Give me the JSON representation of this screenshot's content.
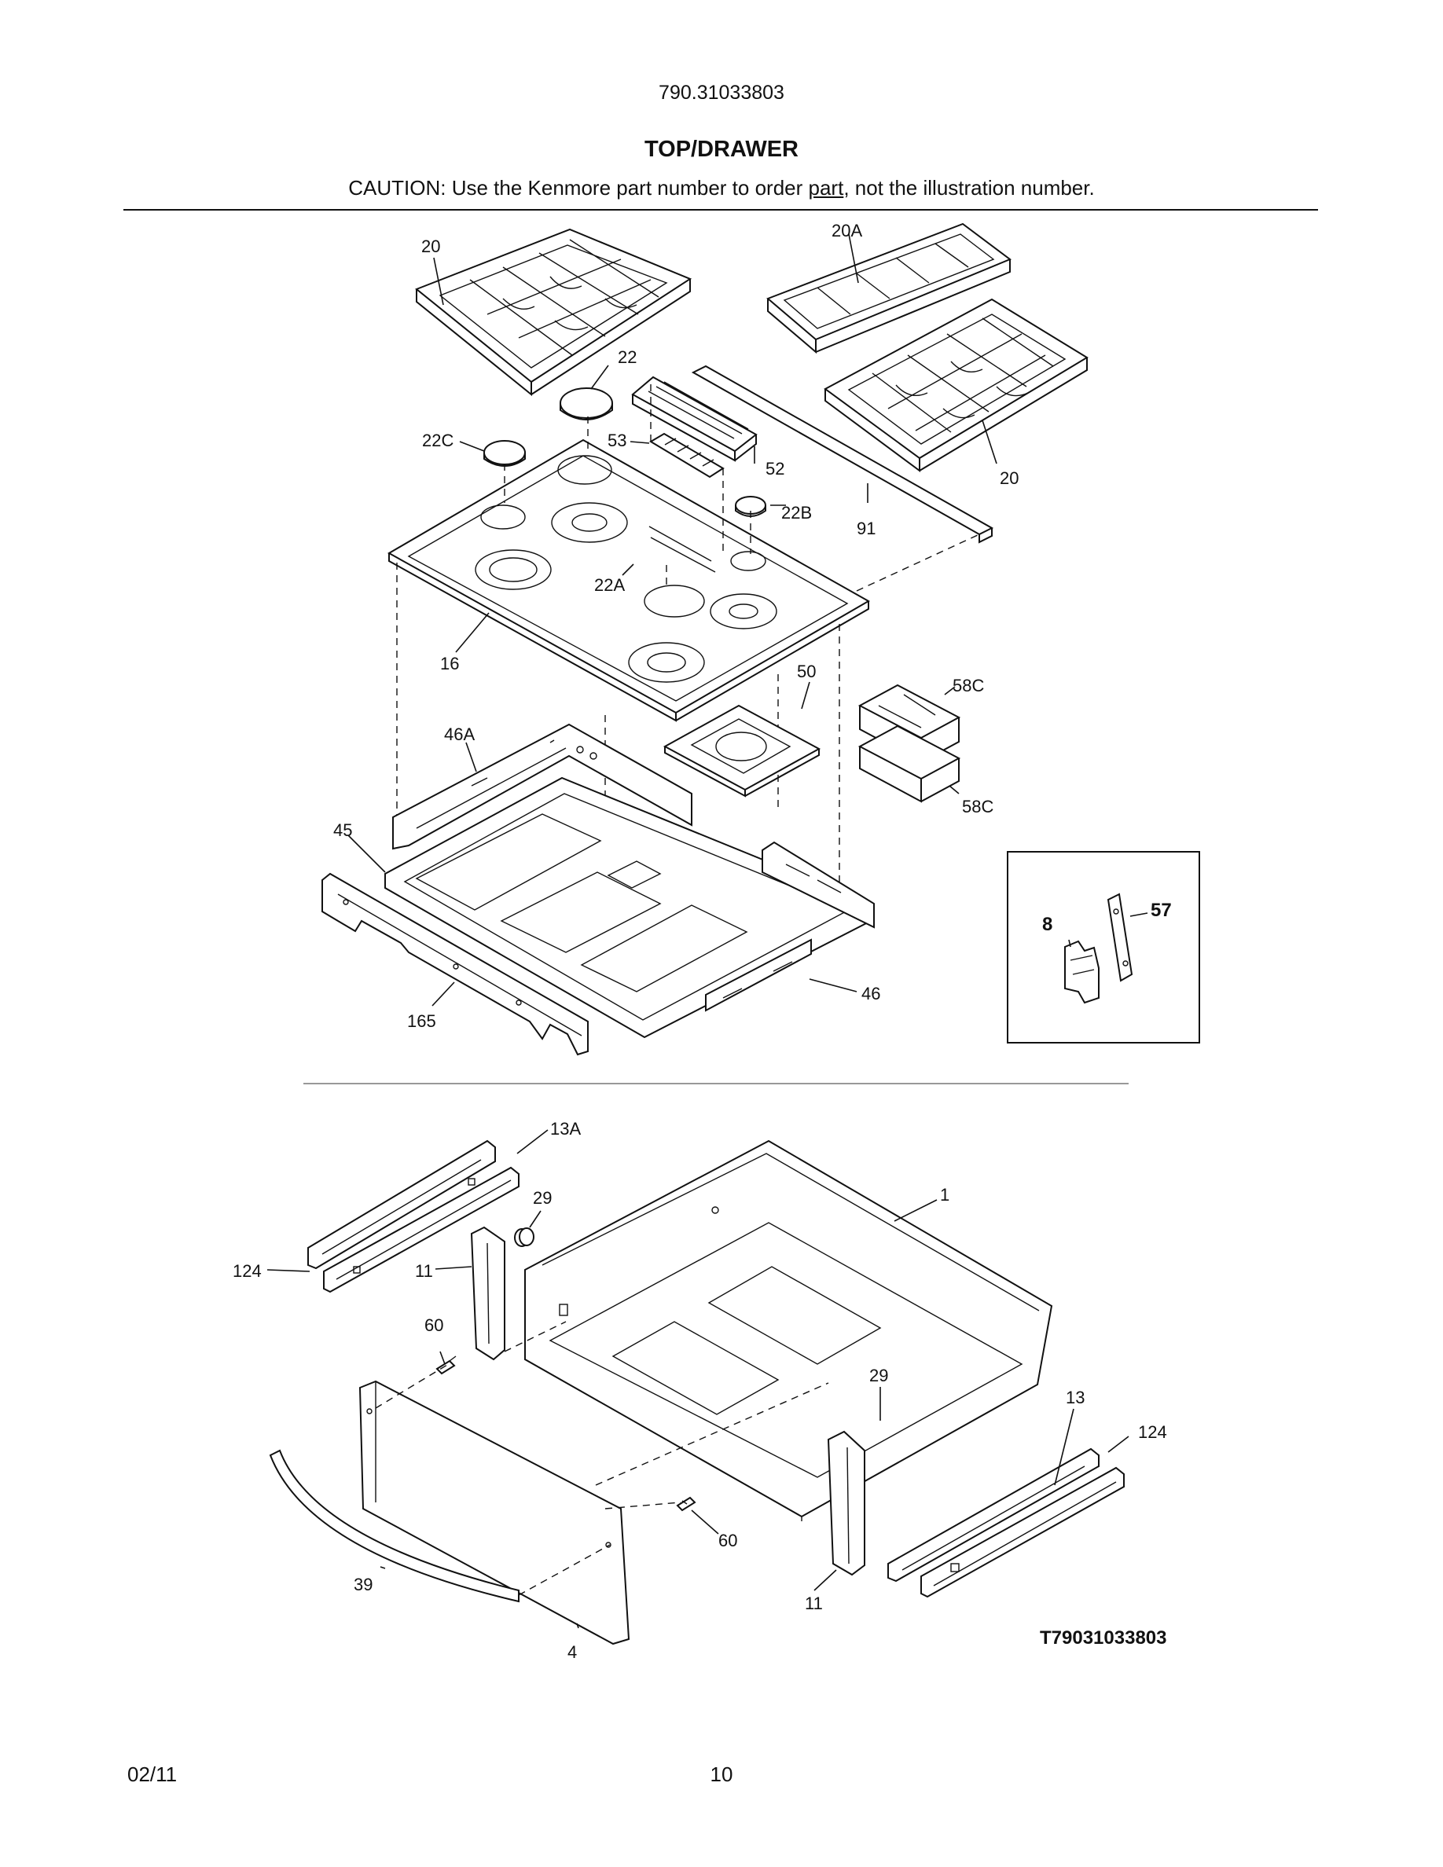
{
  "header": {
    "model_number": "790.31033803",
    "section_title": "TOP/DRAWER",
    "caution_prefix": "CAUTION: Use the Kenmore part number to order ",
    "caution_link": "part",
    "caution_suffix": ", not the illustration number."
  },
  "callouts": {
    "top": [
      "20",
      "20A",
      "22",
      "22C",
      "53",
      "52",
      "20",
      "22B",
      "91",
      "22A",
      "16",
      "50",
      "58C",
      "46A",
      "58C",
      "45",
      "46",
      "165"
    ],
    "inset": [
      "8",
      "57"
    ],
    "drawer": [
      "13A",
      "29",
      "124",
      "11",
      "1",
      "60",
      "29",
      "13",
      "124",
      "60",
      "39",
      "11",
      "4"
    ]
  },
  "figure_code": "T79031033803",
  "footer": {
    "date": "02/11",
    "page": "10"
  }
}
